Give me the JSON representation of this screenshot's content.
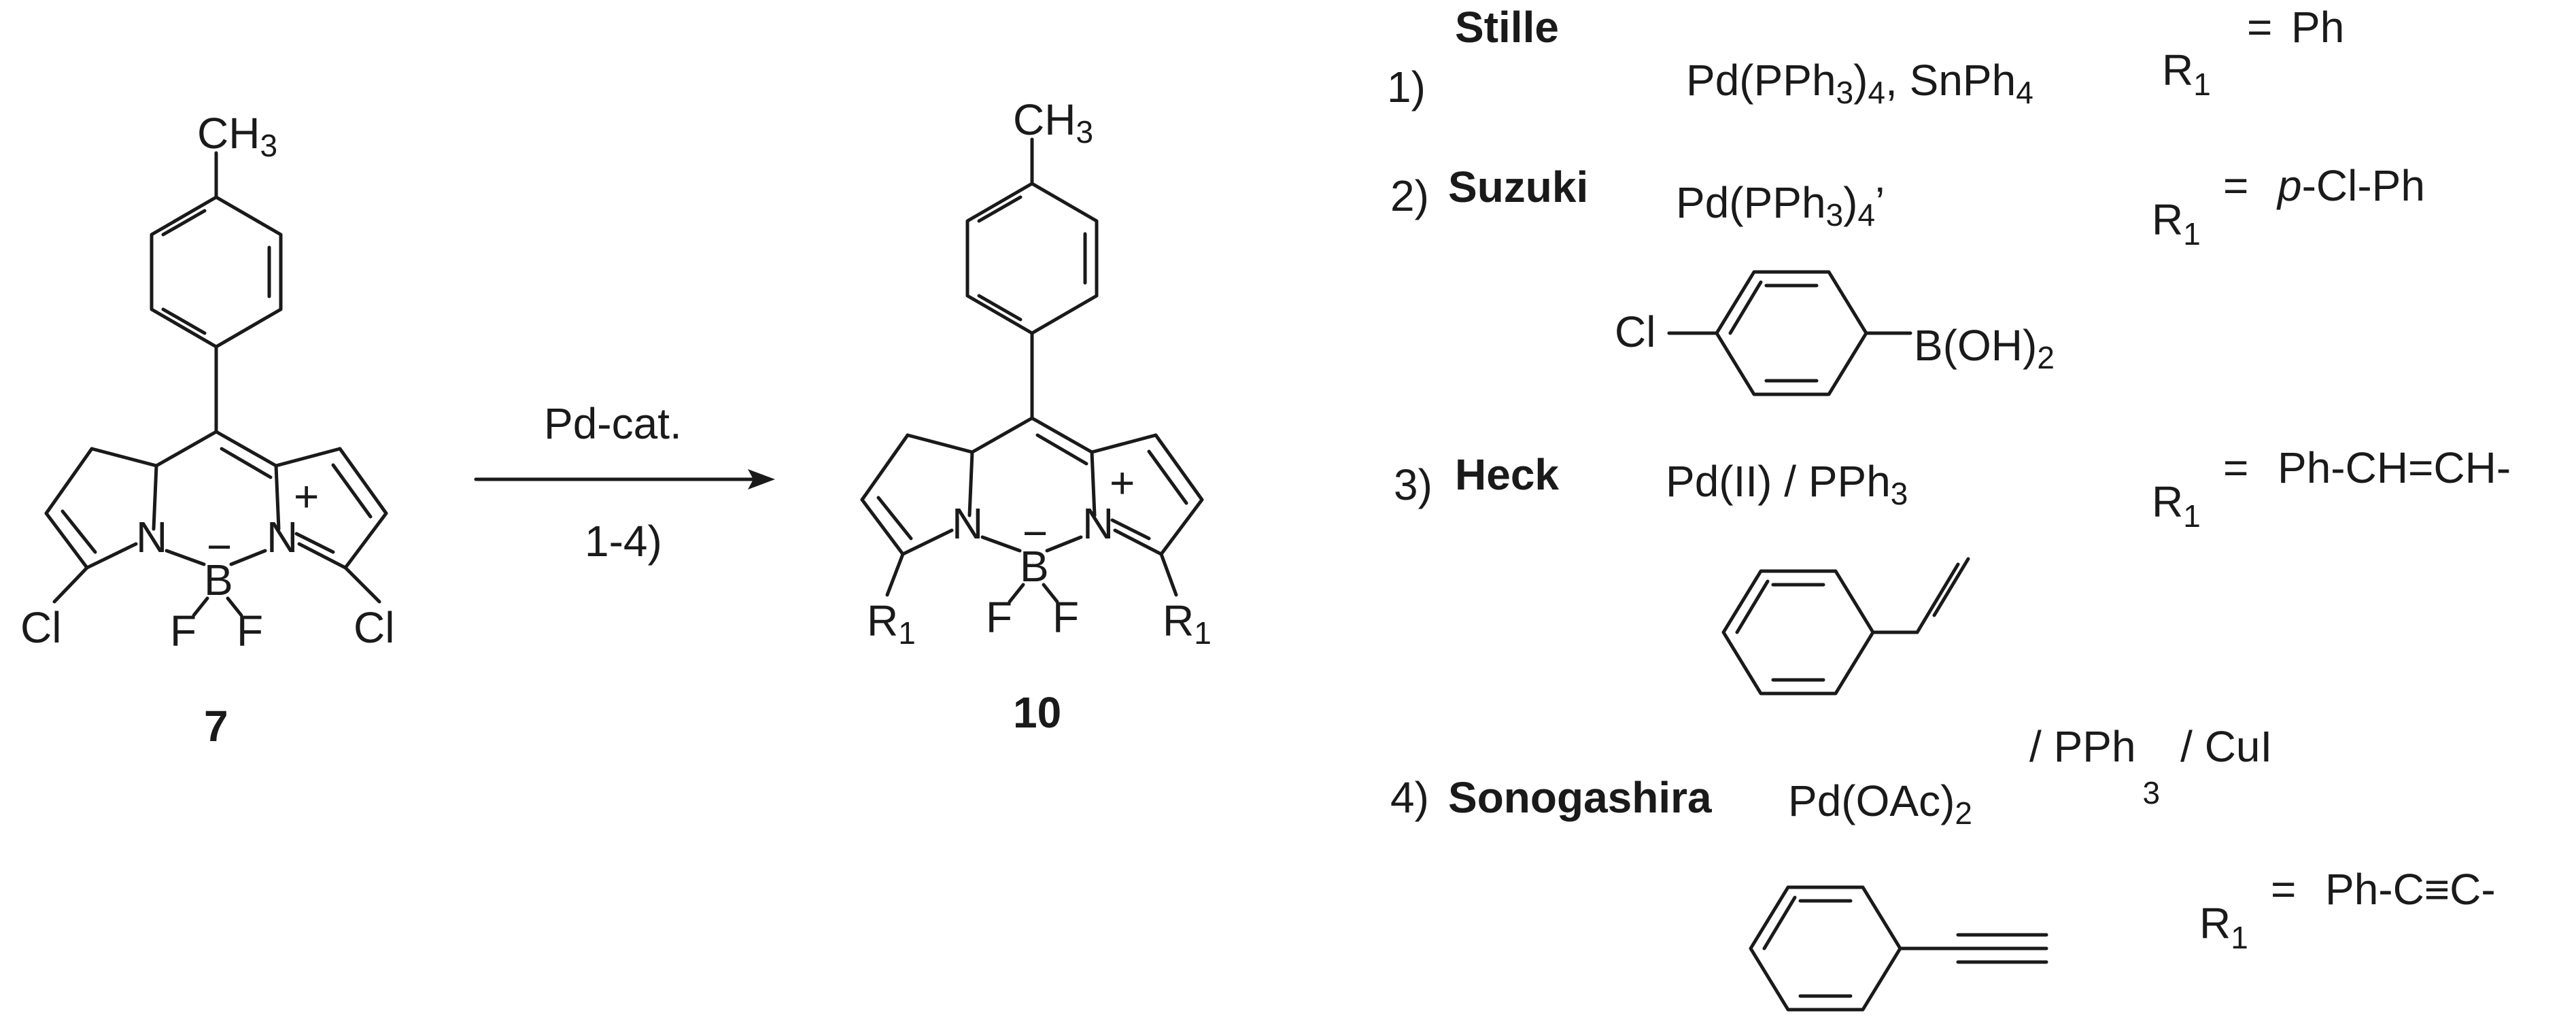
{
  "compounds": {
    "start": {
      "number": "7",
      "methyl": "CH",
      "methyl_sub": "3",
      "n_left": "N",
      "n_right": "N",
      "boron": "B",
      "minus": "−",
      "plus": "+",
      "f1": "F",
      "f2": "F",
      "sub_left": "Cl",
      "sub_right": "Cl"
    },
    "product": {
      "number": "10",
      "methyl": "CH",
      "methyl_sub": "3",
      "n_left": "N",
      "n_right": "N",
      "boron": "B",
      "minus": "−",
      "plus": "+",
      "f1": "F",
      "f2": "F",
      "r": "R",
      "r_sub": "1"
    }
  },
  "arrow": {
    "above": "Pd-cat.",
    "below": "1-4)"
  },
  "conditions": {
    "stille": {
      "num": "1)",
      "name": "Stille",
      "reagents_a": "Pd(PPh",
      "reagents_sub": "3",
      "reagents_b": ")",
      "reagents_sub2": "4",
      "reagents_c": ", SnPh",
      "reagents_sub3": "4",
      "r": "R",
      "r_sub": "1",
      "eq": "=",
      "product": "Ph"
    },
    "suzuki": {
      "num": "2)",
      "name": "Suzuki",
      "reagents_a": "Pd(PPh",
      "reagents_sub": "3",
      "reagents_b": ")",
      "reagents_sub2": "4",
      "reagents_c": "’",
      "r": "R",
      "r_sub": "1",
      "eq": "=",
      "product_italic": "p",
      "product_rest": "-Cl-Ph",
      "boronic_cl": "Cl",
      "boronic_b": "B(OH)",
      "boronic_sub": "2"
    },
    "heck": {
      "num": "3)",
      "name": "Heck",
      "reagents": "Pd(II) / PPh",
      "reagents_sub": "3",
      "r": "R",
      "r_sub": "1",
      "eq": "=",
      "product": "Ph-CH=CH-"
    },
    "sonogashira": {
      "num": "4)",
      "name": "Sonogashira",
      "reagents_a": "Pd(OAc)",
      "reagents_sub": "2",
      "reagents_b": "/ PPh",
      "reagents_sub2": "3",
      "reagents_c": "/ CuI",
      "r": "R",
      "r_sub": "1",
      "eq": "=",
      "product": "Ph-C≡C-"
    }
  }
}
